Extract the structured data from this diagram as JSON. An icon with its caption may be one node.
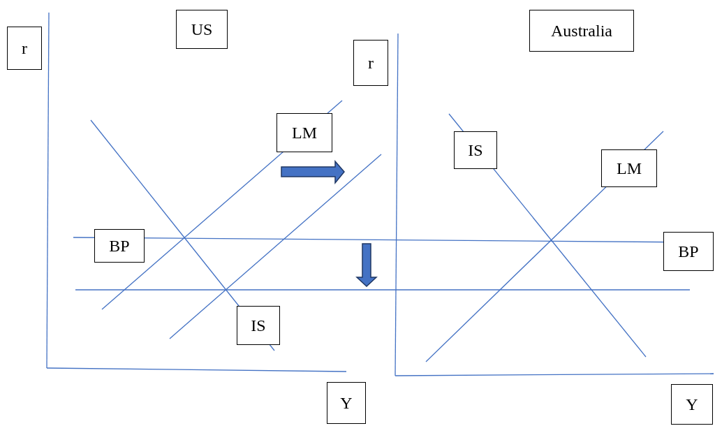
{
  "diagram": {
    "labels": [
      "r",
      "US",
      "Australia",
      "r",
      "LM",
      "IS",
      "LM",
      "BP",
      "BP",
      "IS",
      "Y",
      "Y"
    ]
  }
}
